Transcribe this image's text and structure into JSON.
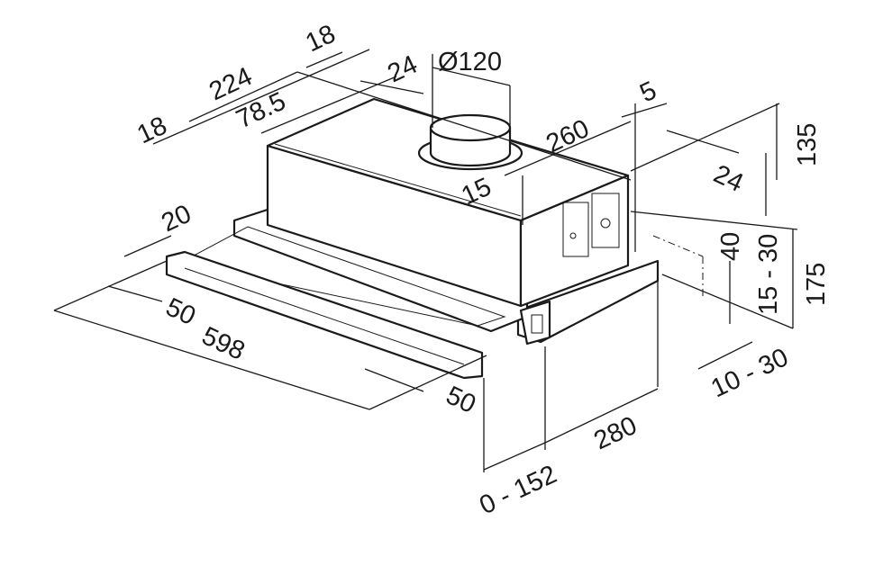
{
  "title": "Telescopic cooker hood dimension drawing",
  "dimensions": {
    "top_18_right": "18",
    "top_224": "224",
    "top_24": "24",
    "top_78_5": "78.5",
    "left_18": "18",
    "duct_diameter": "Ø120",
    "right_5": "5",
    "width_260": "260",
    "right_24": "24",
    "height_135": "135",
    "offset_15": "15",
    "drawer_20": "20",
    "height_40": "40",
    "range_15_30": "15 - 30",
    "height_175": "175",
    "left_50": "50",
    "width_598": "598",
    "right_50": "50",
    "range_10_30": "10 - 30",
    "depth_280": "280",
    "range_0_152": "0 - 152"
  }
}
